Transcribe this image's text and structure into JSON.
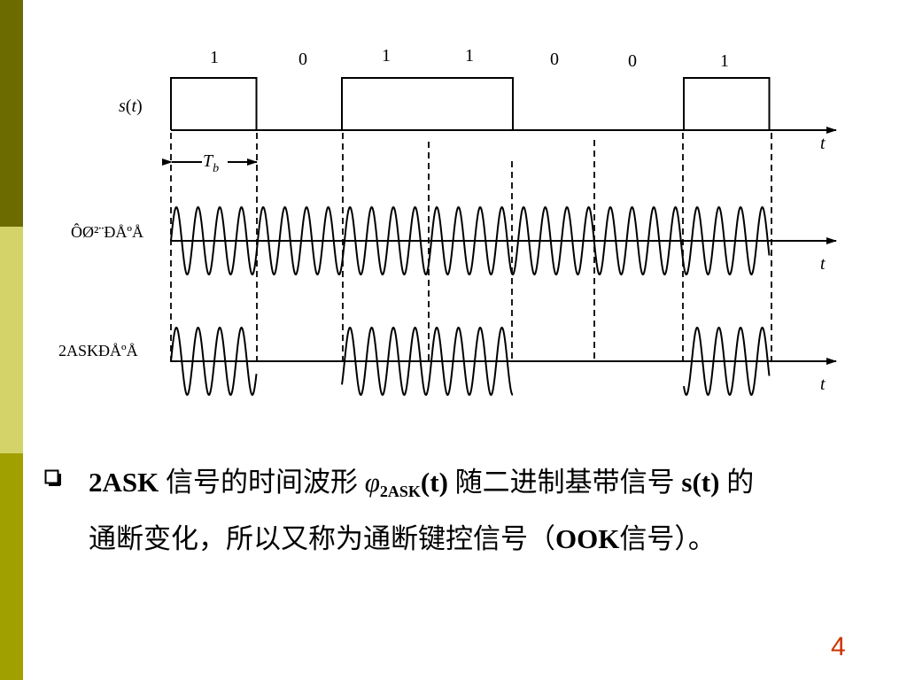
{
  "diagram": {
    "bits": [
      "1",
      "0",
      "1",
      "1",
      "0",
      "0",
      "1"
    ],
    "bit_values": [
      1,
      0,
      1,
      1,
      0,
      0,
      1
    ],
    "signal_label_s": "s",
    "signal_label_t": "t",
    "axis_label": "t",
    "period_label": "T",
    "period_sub": "b",
    "carrier_label": "ÔØ²¨ĐÅºÅ",
    "ask_label": "2ASKĐÅºÅ"
  },
  "text": {
    "line1_a": "2ASK",
    "line1_b": " 信号的时间波形 ",
    "phi": "φ",
    "phi_sub": "2ASK",
    "line1_c": "(t)",
    "line1_d": " 随二进制基带信号 ",
    "line1_e": "s(t)",
    "line1_f": " 的",
    "line2_a": "通断变化，所以又称为通断键控信号（",
    "line2_b": "OOK",
    "line2_c": "信号）。"
  },
  "page_number": "4",
  "colors": {
    "accent_dark": "#6b6b00",
    "accent_light": "#d3d36a",
    "accent_mid": "#a0a000",
    "page_number": "#cc3300"
  }
}
